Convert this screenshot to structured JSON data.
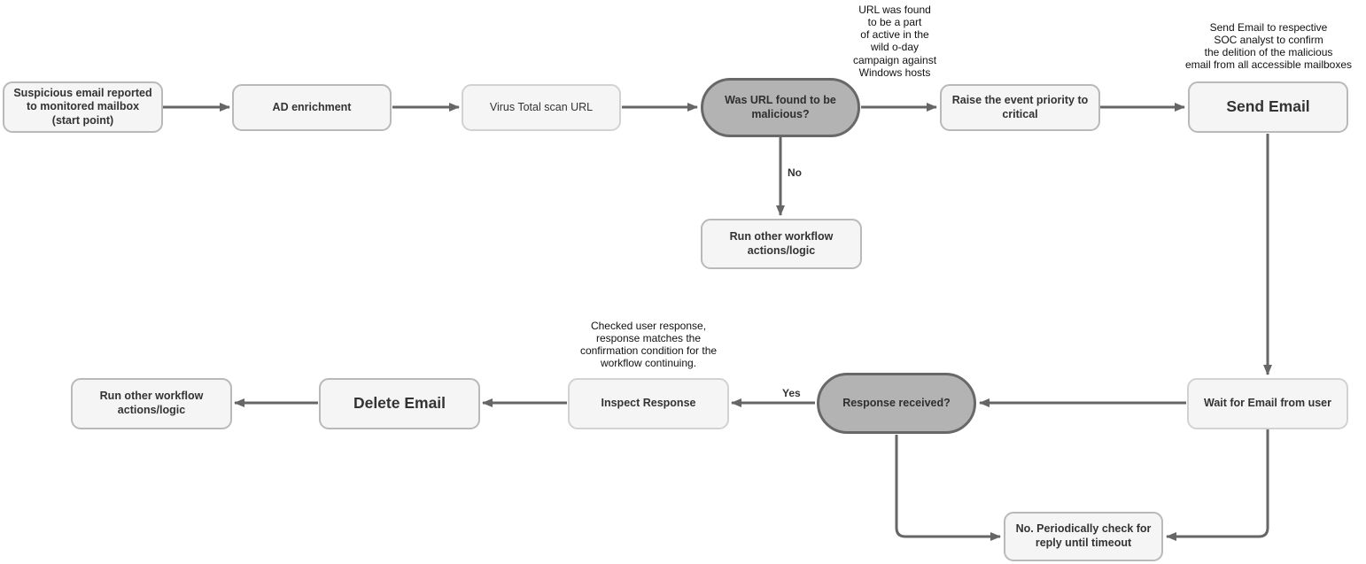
{
  "diagram": {
    "type": "flowchart",
    "colors": {
      "process_fill": "#f5f5f5",
      "process_border": "#b9b9b9",
      "decision_fill": "#b3b3b3",
      "decision_border": "#686868",
      "connector": "#666666",
      "text": "#333333"
    },
    "nodes": [
      {
        "id": "start",
        "type": "process",
        "label": "Suspicious email reported to monitored mailbox (start point)"
      },
      {
        "id": "ad-enrichment",
        "type": "process",
        "label": "AD enrichment"
      },
      {
        "id": "virustotal-scan",
        "type": "process",
        "label": "Virus Total scan URL"
      },
      {
        "id": "url-malicious",
        "type": "decision",
        "label": "Was URL found to be malicious?"
      },
      {
        "id": "raise-priority",
        "type": "process",
        "label": "Raise the event priority to critical"
      },
      {
        "id": "send-email",
        "type": "process",
        "label": "Send Email"
      },
      {
        "id": "run-other-mid",
        "type": "process",
        "label": "Run other workflow actions/logic"
      },
      {
        "id": "run-other-left",
        "type": "process",
        "label": "Run other workflow actions/logic"
      },
      {
        "id": "delete-email",
        "type": "process",
        "label": "Delete Email"
      },
      {
        "id": "inspect-response",
        "type": "process",
        "label": "Inspect Response"
      },
      {
        "id": "response-received",
        "type": "decision",
        "label": "Response received?"
      },
      {
        "id": "wait-for-email",
        "type": "process",
        "label": "Wait for Email from user"
      },
      {
        "id": "periodic-check",
        "type": "process",
        "label": "No. Periodically check for reply until timeout"
      }
    ],
    "annotations": [
      {
        "id": "note-campaign",
        "text": "URL was found\nto be a part\nof active in the\nwild o-day\ncampaign against\nWindows hosts"
      },
      {
        "id": "note-send-email",
        "text": "Send Email to respective\nSOC analyst to confirm\nthe delition of the malicious\nemail from all accessible mailboxes"
      },
      {
        "id": "note-checked-response",
        "text": "Checked user response,\nresponse matches the\nconfirmation condition for the\nworkflow continuing."
      }
    ],
    "edge_labels": {
      "no": "No",
      "yes": "Yes"
    }
  }
}
